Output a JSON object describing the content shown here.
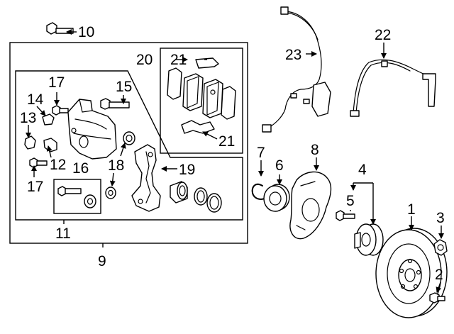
{
  "callouts": {
    "c1": "1",
    "c2": "2",
    "c3": "3",
    "c4": "4",
    "c5": "5",
    "c6": "6",
    "c7": "7",
    "c8": "8",
    "c9": "9",
    "c10": "10",
    "c11": "11",
    "c12": "12",
    "c13": "13",
    "c14": "14",
    "c15": "15",
    "c16": "16",
    "c17a": "17",
    "c17b": "17",
    "c18": "18",
    "c19": "19",
    "c20": "20",
    "c21a": "21",
    "c21b": "21",
    "c22": "22",
    "c23": "23"
  }
}
